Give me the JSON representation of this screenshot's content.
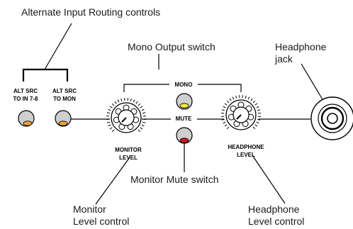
{
  "callouts": {
    "alt_input_routing": "Alternate Input Routing controls",
    "mono_output_switch": "Mono Output switch",
    "headphone_jack_line1": "Headphone",
    "headphone_jack_line2": "jack",
    "monitor_mute_switch": "Monitor Mute switch",
    "monitor_level_line1": "Monitor",
    "monitor_level_line2": "Level control",
    "headphone_level_line1": "Headphone",
    "headphone_level_line2": "Level control"
  },
  "panel": {
    "alt_src_1_line1": "ALT SRC",
    "alt_src_1_line2": "TO IN 7-8",
    "alt_src_2_line1": "ALT SRC",
    "alt_src_2_line2": "TO MON",
    "mono": "MONO",
    "mute": "MUTE",
    "monitor_level_line1": "MONITOR",
    "monitor_level_line2": "LEVEL",
    "headphone_level_line1": "HEADPHONE",
    "headphone_level_line2": "LEVEL"
  },
  "colors": {
    "led_orange": "#f2a23a",
    "led_yellow": "#f4ea3c",
    "led_red": "#d8141c",
    "switch_gray": "#cfcfcf"
  }
}
